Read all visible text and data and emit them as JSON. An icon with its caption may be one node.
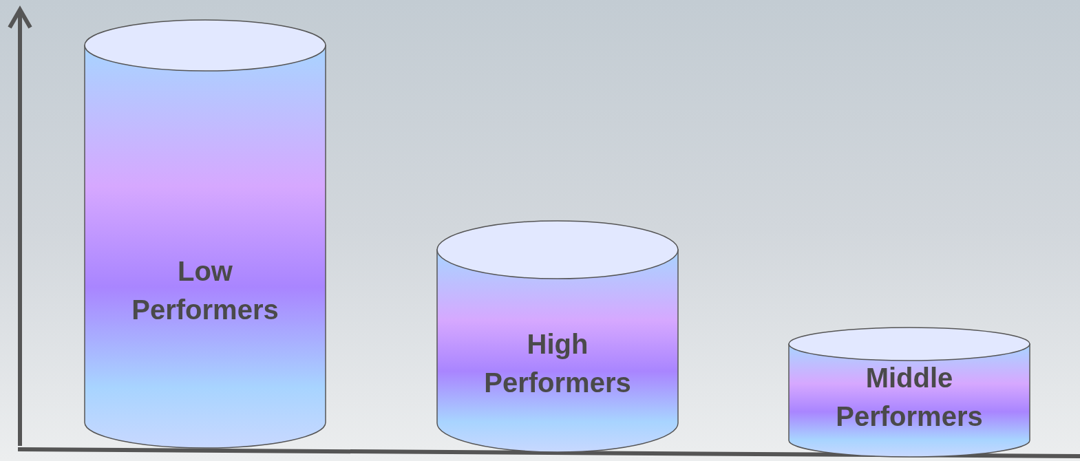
{
  "diagram": {
    "nodes": [
      {
        "text": [
          "Low Performers"
        ]
      },
      {
        "text": [
          "High Performers"
        ]
      },
      {
        "text": [
          "Middle Performers"
        ]
      }
    ]
  }
}
